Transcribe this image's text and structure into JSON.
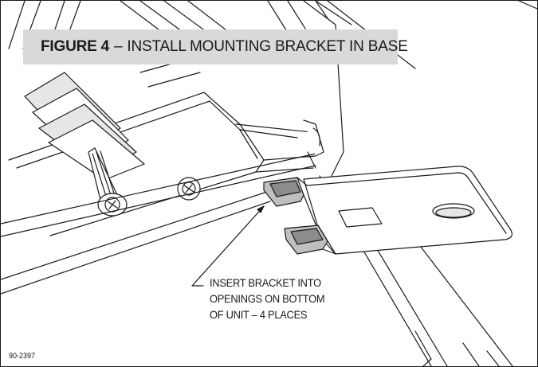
{
  "figure": {
    "number_label": "FIGURE 4",
    "separator": "–",
    "title": "INSTALL MOUNTING BRACKET IN BASE"
  },
  "callout": {
    "lines": [
      "INSERT BRACKET INTO",
      "OPENINGS ON BOTTOM",
      "OF UNIT – 4 PLACES"
    ]
  },
  "drawing_number": "90-2397",
  "colors": {
    "line": "#1a1a1a",
    "banner": "#d9d9d9",
    "shade_light": "#e6e6e6",
    "shade_mid": "#bfbfbf",
    "shade_dark": "#8c8c8c"
  }
}
